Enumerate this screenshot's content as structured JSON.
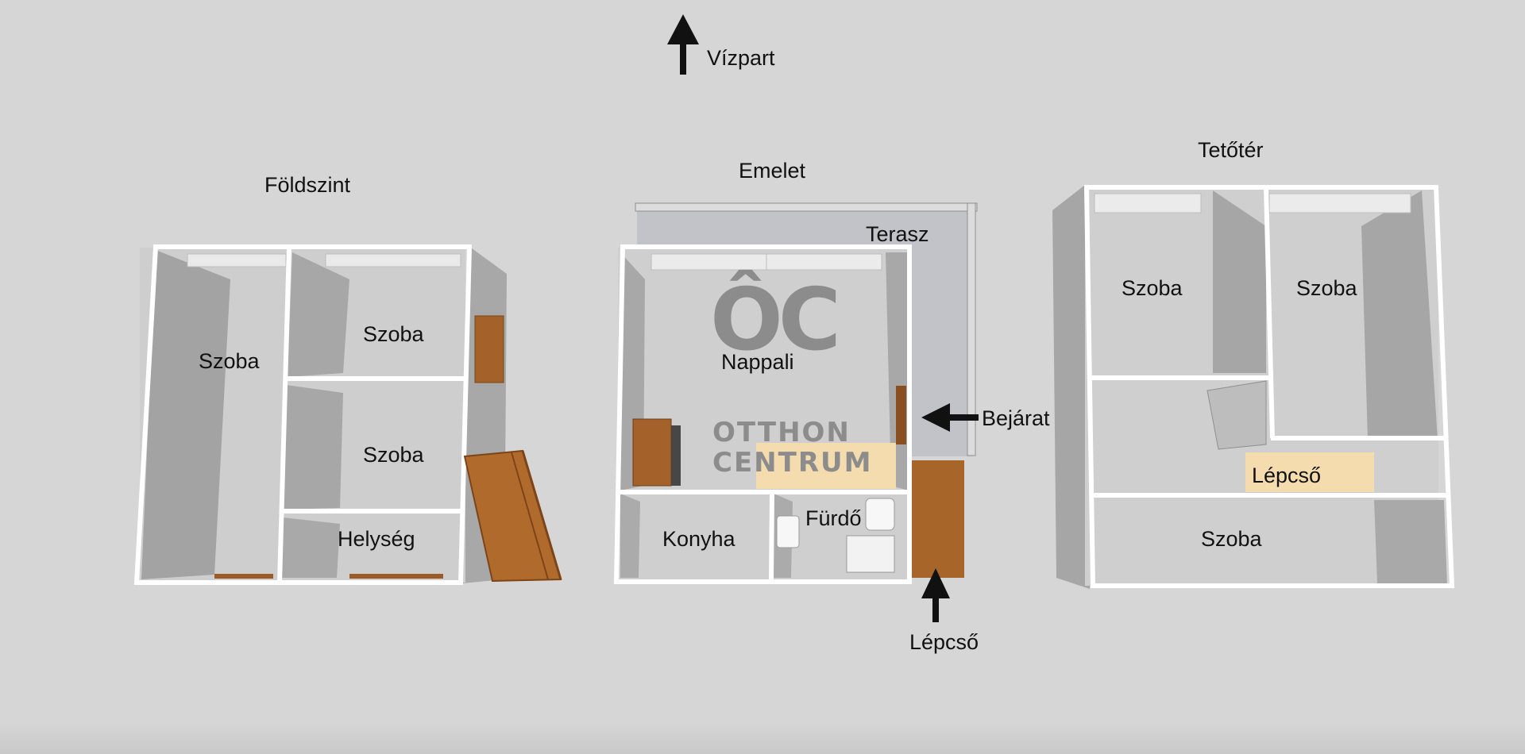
{
  "direction": {
    "label": "Vízpart"
  },
  "floors": {
    "ground": {
      "title": "Földszint",
      "rooms": {
        "big": "Szoba",
        "top_right": "Szoba",
        "middle_right": "Szoba",
        "small": "Helység"
      }
    },
    "first": {
      "title": "Emelet",
      "rooms": {
        "terrace": "Terasz",
        "living": "Nappali",
        "kitchen": "Konyha",
        "bath": "Fürdő"
      },
      "entrance_label": "Bejárat",
      "stairs_label": "Lépcső"
    },
    "attic": {
      "title": "Tetőtér",
      "rooms": {
        "left": "Szoba",
        "right": "Szoba",
        "stairs": "Lépcső",
        "bottom": "Szoba"
      }
    }
  },
  "watermark": {
    "logo": "ÔC",
    "line1": "OTTHON",
    "line2": "CENTRUM"
  },
  "colors": {
    "background": "#d6d6d6",
    "wall": "#ffffff",
    "shadow_wall": "#a9a9a9",
    "floor": "#cfcfcf",
    "wood": "#a8652a",
    "stair_fill": "#f6deb0",
    "terrace": "#c1c2c8"
  }
}
